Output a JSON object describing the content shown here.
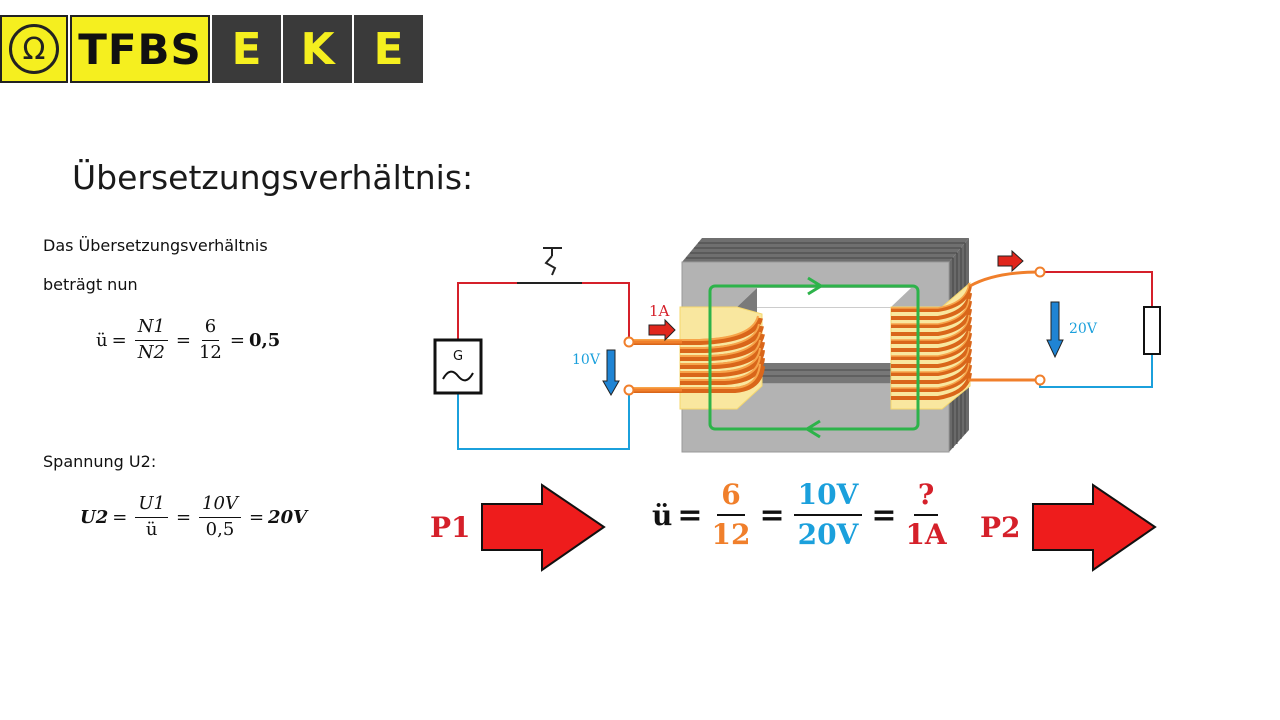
{
  "logo": {
    "omega": "Ω",
    "tfbs": "TFBS",
    "letters": [
      "E",
      "K",
      "E"
    ]
  },
  "title": "Übersetzungsverhältnis:",
  "intro": {
    "line1": "Das Übersetzungsverhältnis",
    "line2": "beträgt nun"
  },
  "formula1": {
    "lhs": "ü",
    "num1": "N1",
    "den1": "N2",
    "num2": "6",
    "den2": "12",
    "result": "0,5"
  },
  "section2_label": "Spannung U2:",
  "formula2": {
    "lhs": "U2",
    "num1": "U1",
    "den1": "ü",
    "num2": "10V",
    "den2": "0,5",
    "result": "20V"
  },
  "diagram": {
    "generator": "G",
    "current_label": "1A",
    "input_voltage": "10V",
    "output_voltage": "20V",
    "p1_label": "P1",
    "p2_label": "P2"
  },
  "ratio": {
    "lhs": "ü",
    "turns_num": "6",
    "turns_den": "12",
    "volt_num": "10V",
    "volt_den": "20V",
    "curr_num": "?",
    "curr_den": "1A"
  },
  "colors": {
    "logo_yellow": "#f5ef1f",
    "logo_dark": "#3a3a3a",
    "orange": "#f07f2b",
    "blue": "#1ba0dc",
    "red": "#d5202a",
    "green": "#2db34a",
    "core_gray": "#b3b3b3"
  }
}
